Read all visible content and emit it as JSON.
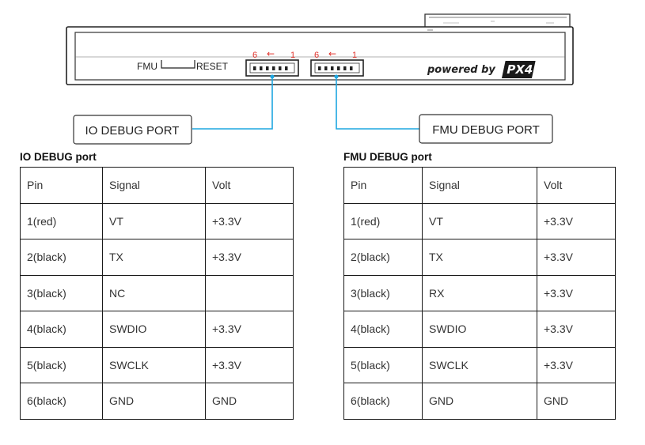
{
  "device": {
    "fmu_label": "FMU",
    "reset_label": "RESET",
    "io_connector": {
      "pin_high": "6",
      "arrow": "←",
      "pin_low": "1"
    },
    "fmu_connector": {
      "pin_high": "6",
      "arrow": "←",
      "pin_low": "1"
    },
    "powered_by": "powered by",
    "brand": "PX4"
  },
  "callouts": {
    "io": "IO DEBUG PORT",
    "fmu": "FMU DEBUG PORT"
  },
  "colors": {
    "callout_line": "#1ea7e1",
    "pin_number": "#e0322b"
  },
  "io_table": {
    "title": "IO DEBUG port",
    "headers": [
      "Pin",
      "Signal",
      "Volt"
    ],
    "rows": [
      [
        "1(red)",
        "VT",
        "+3.3V"
      ],
      [
        "2(black)",
        "TX",
        "+3.3V"
      ],
      [
        "3(black)",
        "NC",
        ""
      ],
      [
        "4(black)",
        "SWDIO",
        "+3.3V"
      ],
      [
        "5(black)",
        "SWCLK",
        "+3.3V"
      ],
      [
        "6(black)",
        "GND",
        "GND"
      ]
    ]
  },
  "fmu_table": {
    "title": "FMU DEBUG port",
    "headers": [
      "Pin",
      "Signal",
      "Volt"
    ],
    "rows": [
      [
        "1(red)",
        "VT",
        "+3.3V"
      ],
      [
        "2(black)",
        "TX",
        "+3.3V"
      ],
      [
        "3(black)",
        "RX",
        "+3.3V"
      ],
      [
        "4(black)",
        "SWDIO",
        "+3.3V"
      ],
      [
        "5(black)",
        "SWCLK",
        "+3.3V"
      ],
      [
        "6(black)",
        "GND",
        "GND"
      ]
    ]
  }
}
